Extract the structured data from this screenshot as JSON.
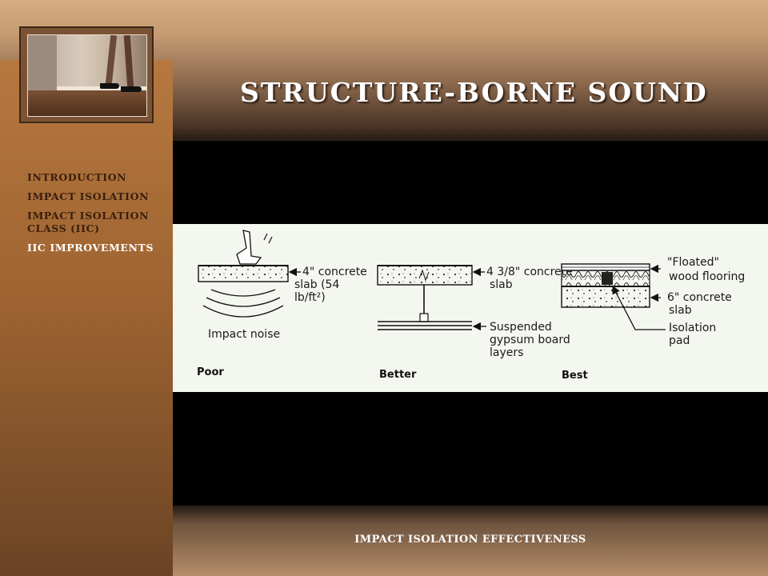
{
  "slide": {
    "title": "STRUCTURE-BORNE SOUND",
    "caption": "IMPACT ISOLATION EFFECTIVENESS"
  },
  "nav": {
    "items": [
      {
        "label": "INTRODUCTION",
        "active": false
      },
      {
        "label": "IMPACT ISOLATION",
        "active": false
      },
      {
        "label": "IMPACT ISOLATION CLASS (IIC)",
        "active": false
      },
      {
        "label": "IIC IMPROVEMENTS",
        "active": true
      }
    ]
  },
  "diagram": {
    "poor": {
      "label": "Poor",
      "slab_note_1": "4\" concrete",
      "slab_note_2": "slab (54",
      "slab_note_3": "lb/ft²)",
      "noise_note": "Impact noise"
    },
    "better": {
      "label": "Better",
      "slab_note_1": "4 3/8\" concrete",
      "slab_note_2": "slab",
      "board_note_1": "Suspended",
      "board_note_2": "gypsum board",
      "board_note_3": "layers"
    },
    "best": {
      "label": "Best",
      "floor_note_1": "\"Floated\"",
      "floor_note_2": "wood flooring",
      "slab_note_1": "6\" concrete",
      "slab_note_2": "slab",
      "pad_note_1": "Isolation",
      "pad_note_2": "pad"
    }
  }
}
